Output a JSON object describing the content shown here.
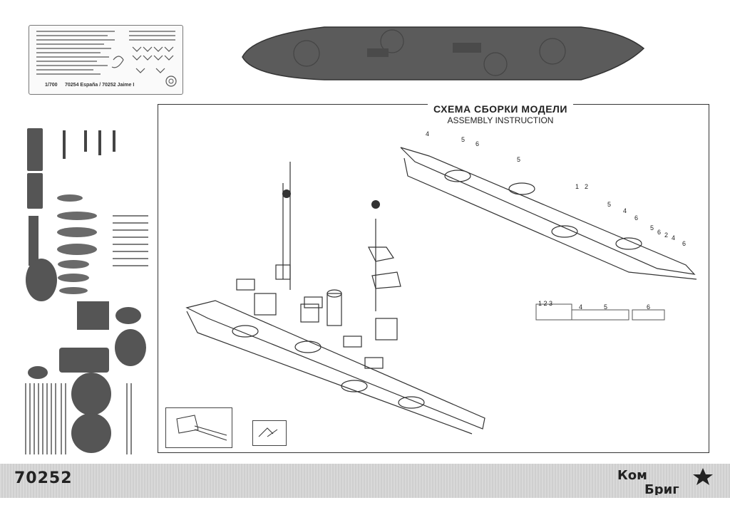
{
  "pe_fret": {
    "scale": "1/700",
    "codes": "70254  España / 70252  Jaime I"
  },
  "instructions": {
    "title_ru": "СХЕМА СБОРКИ МОДЕЛИ",
    "title_en": "ASSEMBLY INSTRUCTION",
    "callouts": [
      "4",
      "5",
      "6",
      "5",
      "1",
      "2",
      "5",
      "4",
      "6",
      "5",
      "6",
      "2",
      "4",
      "6"
    ],
    "legend_groups": [
      "1 2 3",
      "4",
      "5",
      "6"
    ]
  },
  "footer": {
    "kit_number": "70252",
    "brand_line1": "Ком",
    "brand_line2": "Бриг"
  }
}
